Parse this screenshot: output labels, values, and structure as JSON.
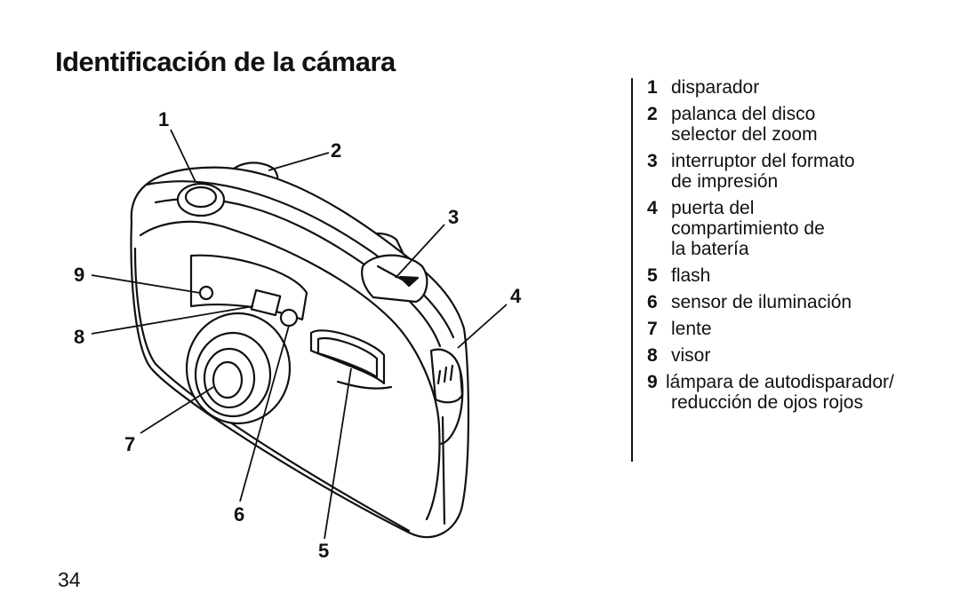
{
  "page": {
    "title": "Identificación de la cámara",
    "page_number": "34"
  },
  "callouts": [
    "1",
    "2",
    "3",
    "4",
    "5",
    "6",
    "7",
    "8",
    "9"
  ],
  "legend": [
    {
      "num": "1",
      "lines": [
        "disparador"
      ]
    },
    {
      "num": "2",
      "lines": [
        "palanca del disco",
        "selector del zoom"
      ]
    },
    {
      "num": "3",
      "lines": [
        "interruptor del formato",
        "de impresión"
      ]
    },
    {
      "num": "4",
      "lines": [
        "puerta del",
        "compartimiento de",
        "la batería"
      ]
    },
    {
      "num": "5",
      "lines": [
        "flash"
      ]
    },
    {
      "num": "6",
      "lines": [
        "sensor de iluminación"
      ]
    },
    {
      "num": "7",
      "lines": [
        "lente"
      ]
    },
    {
      "num": "8",
      "lines": [
        "visor"
      ]
    },
    {
      "num": "9",
      "lines": [
        "lámpara de autodisparador/",
        "reducción de ojos rojos"
      ]
    }
  ]
}
